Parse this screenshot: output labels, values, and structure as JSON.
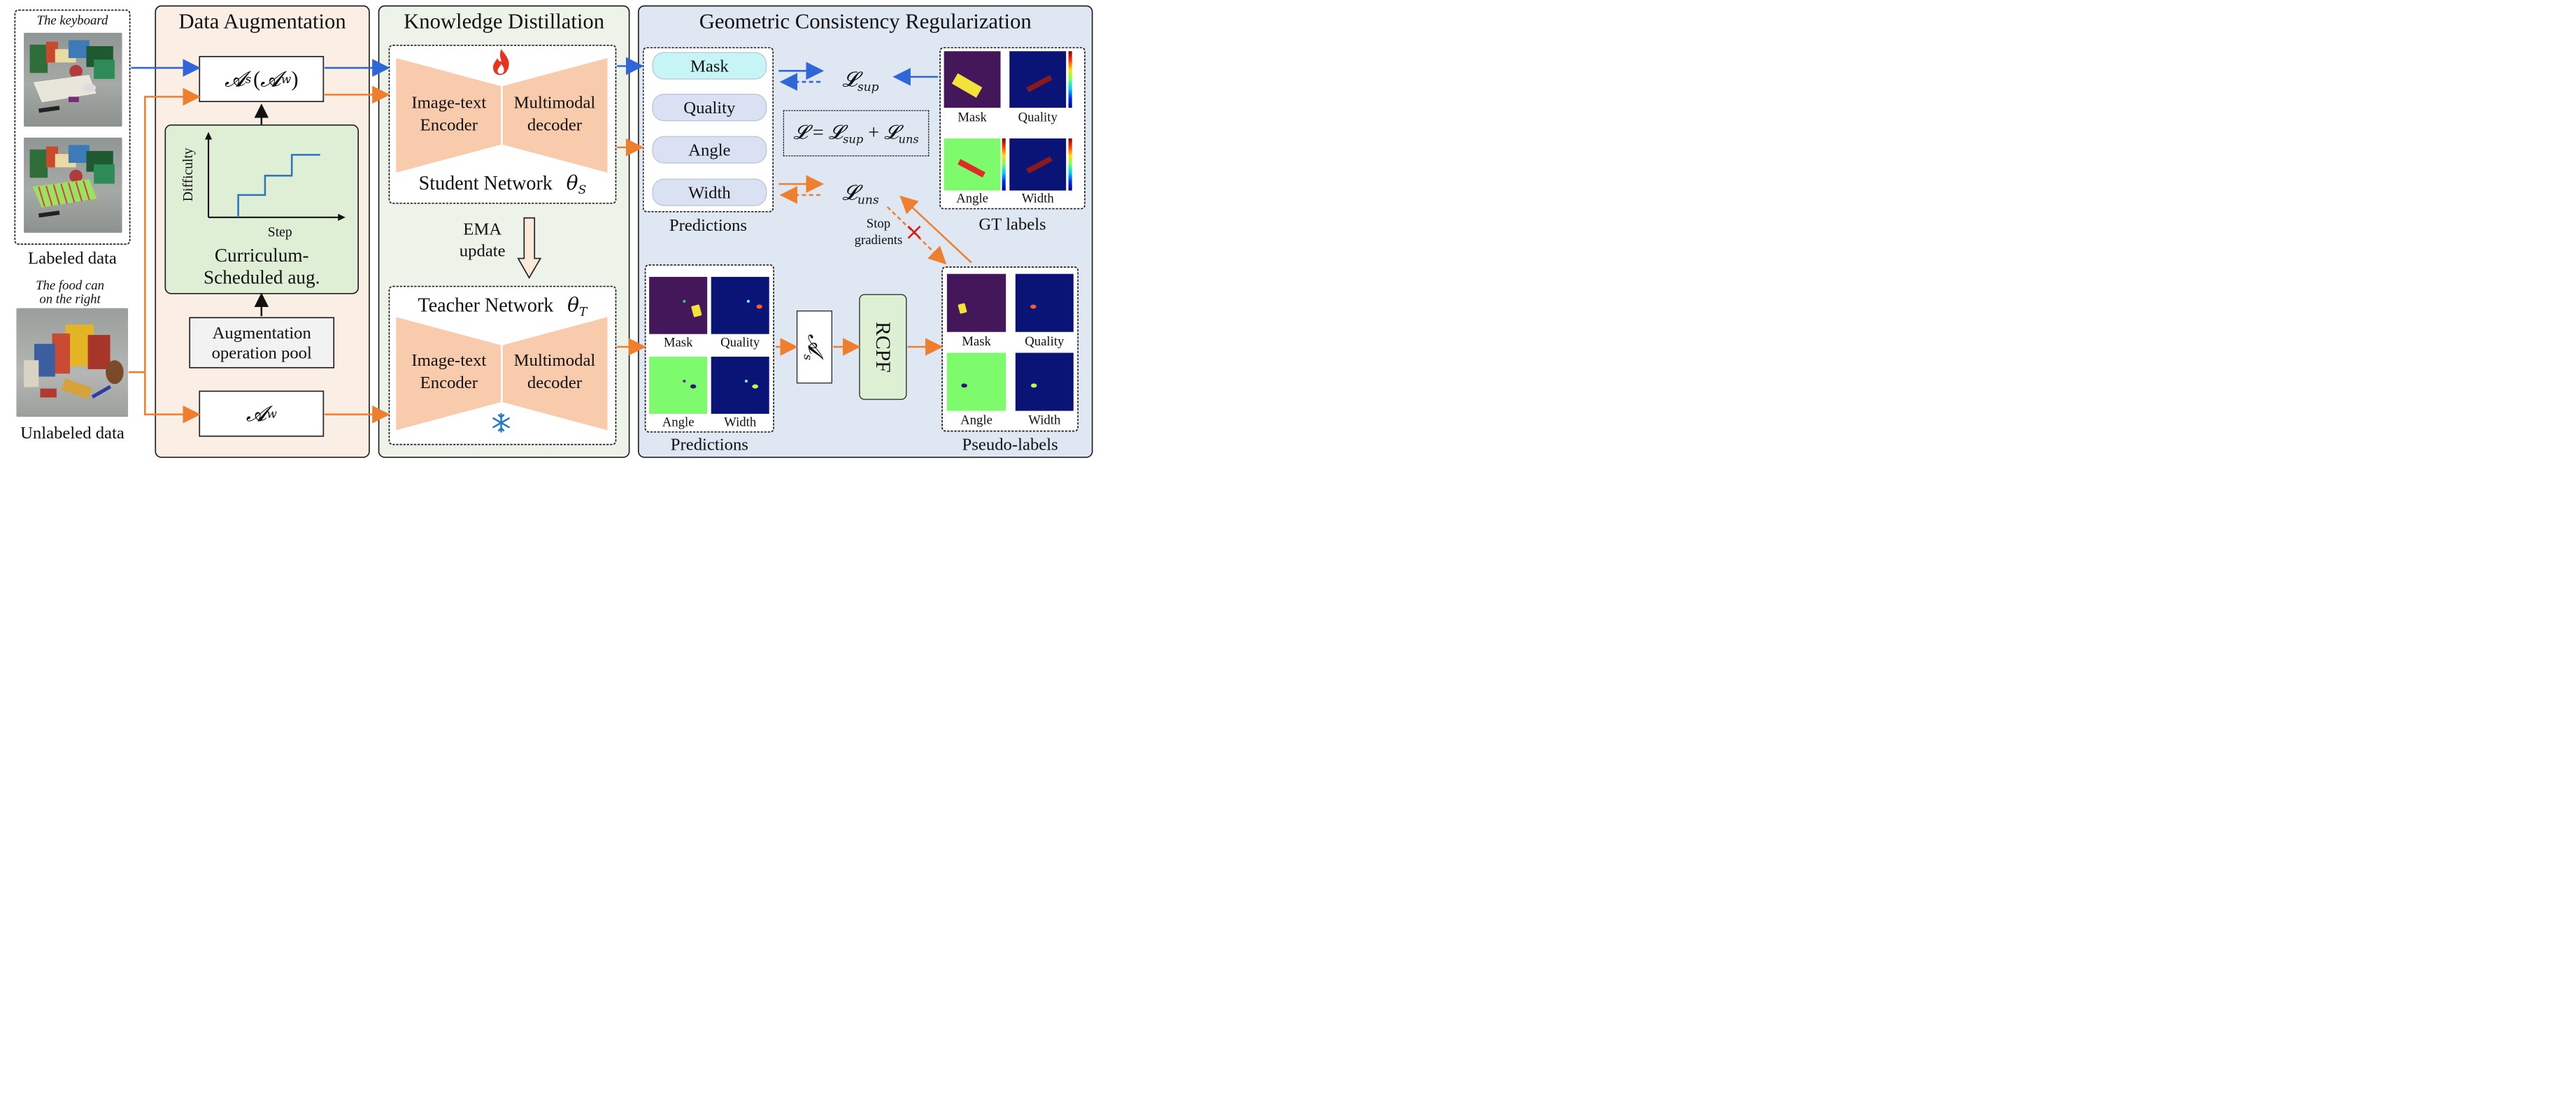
{
  "labeled": {
    "caption_1": "The keyboard",
    "label": "Labeled data"
  },
  "unlabeled": {
    "caption_1": "The food can",
    "caption_2": "on the right",
    "label": "Unlabeled data"
  },
  "augmentation": {
    "title": "Data Augmentation",
    "strong_op_a": "𝓐",
    "strong_sub_s": "s",
    "strong_paren_open": "(",
    "strong_inner": "𝓐",
    "strong_sub_w": "w",
    "strong_paren_close": ")",
    "weak_op": "𝓐",
    "weak_sub": "w",
    "chart_ylabel": "Difficulty",
    "chart_xlabel": "Step",
    "curriculum_1": "Curriculum-",
    "curriculum_2": "Scheduled aug.",
    "pool_1": "Augmentation",
    "pool_2": "operation pool"
  },
  "distillation": {
    "title": "Knowledge Distillation",
    "student_enc_1": "Image-text",
    "student_enc_2": "Encoder",
    "student_dec_1": "Multimodal",
    "student_dec_2": "decoder",
    "student_label": "Student Network",
    "student_theta": "θ",
    "student_theta_sub": "S",
    "ema_1": "EMA",
    "ema_2": "update",
    "teacher_label": "Teacher Network",
    "teacher_theta": "θ",
    "teacher_theta_sub": "T",
    "teacher_enc_1": "Image-text",
    "teacher_enc_2": "Encoder",
    "teacher_dec_1": "Multimodal",
    "teacher_dec_2": "decoder"
  },
  "regularization": {
    "title": "Geometric Consistency Regularization",
    "pred_items": [
      "Mask",
      "Quality",
      "Angle",
      "Width"
    ],
    "pred_label": "Predictions",
    "loss_sup": "𝓛",
    "loss_sup_sub": "sup",
    "loss_eq_lhs": "𝓛",
    "loss_eq_mid": " = ",
    "loss_eq_sup": "𝓛",
    "loss_eq_sup_sub": "sup",
    "loss_eq_plus": " + ",
    "loss_eq_uns": "𝓛",
    "loss_eq_uns_sub": "uns",
    "loss_uns": "𝓛",
    "loss_uns_sub": "uns",
    "stop_1": "Stop",
    "stop_2": "gradients",
    "gt_captions": [
      "Mask",
      "Quality",
      "Angle",
      "Width"
    ],
    "gt_label": "GT labels",
    "teacher_pred_captions": [
      "Mask",
      "Quality",
      "Angle",
      "Width"
    ],
    "teacher_pred_label": "Predictions",
    "as_op": "𝓐",
    "as_sub": "s",
    "rcpf": "RCPF",
    "pseudo_captions": [
      "Mask",
      "Quality",
      "Angle",
      "Width"
    ],
    "pseudo_label": "Pseudo-labels"
  },
  "colors": {
    "blue_arrow": "#2f66d8",
    "orange_arrow": "#ee7f2f",
    "aug_panel": "#fbeee4",
    "kd_panel": "#edf3e8",
    "gcr_panel": "#dfe7f3",
    "network": "#f8cbad",
    "curriculum": "#deefd6",
    "mask_pill": "#c7f5f5",
    "pred_pill": "#d9e1f2",
    "rcpf": "#ddf0d3",
    "heat_purple": "#44175a",
    "heat_navy": "#0a1477",
    "heat_green": "#7dfb6d"
  }
}
